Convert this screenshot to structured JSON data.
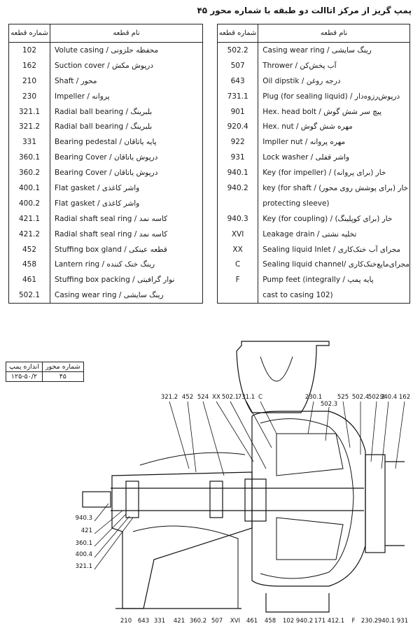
{
  "title": "پمپ گریز از مرکز اتاالت دو طبقه با شماره محور ۴۵",
  "table_headers": {
    "part_number": "شماره قطعه",
    "part_name": "نام قطعه"
  },
  "right_table": [
    {
      "num": "502.2",
      "name": "Casing wear ring / رینگ سایشی"
    },
    {
      "num": "507",
      "name": "Thrower / آب پخش‌کن"
    },
    {
      "num": "643",
      "name": "Oil dipstik / درجه روغن"
    },
    {
      "num": "731.1",
      "name": "Plug (for sealing liquid) / درپوش‌رزوه‌دار"
    },
    {
      "num": "901",
      "name": "Hex. head bolt / پیچ سر شش گوش"
    },
    {
      "num": "920.4",
      "name": "Hex. nut / مهره شش گوش"
    },
    {
      "num": "922",
      "name": "Impller nut / مهره پروانه"
    },
    {
      "num": "931",
      "name": "Lock washer / واشر قفلی"
    },
    {
      "num": "940.1",
      "name": "Key (for impeller) / خار (برای پروانه)"
    },
    {
      "num": "940.2",
      "name": "key (for shaft / خار (برای پوشش روی محور)"
    },
    {
      "num": "",
      "name": "protecting sleeve)"
    },
    {
      "num": "940.3",
      "name": "Key (for coupling) / خار (برای کوپلینگ)"
    },
    {
      "num": "XVI",
      "name": "Leakage drain / تخلیه نشتی"
    },
    {
      "num": "XX",
      "name": "Sealing liquid Inlet / مجرای آب خنک‌کاری"
    },
    {
      "num": "C",
      "name": "Sealing liquid channel/ مجرای‌مایع‌خنک‌کاری"
    },
    {
      "num": "F",
      "name": "Pump feet (integrally / پایه پمپ"
    },
    {
      "num": "",
      "name": "cast to casing 102)"
    }
  ],
  "left_table": [
    {
      "num": "102",
      "name": "Volute casing / محفظه حلزونی"
    },
    {
      "num": "162",
      "name": "Suction cover / درپوش مکش"
    },
    {
      "num": "210",
      "name": "Shaft / محور"
    },
    {
      "num": "230",
      "name": "Impeller / پروانه"
    },
    {
      "num": "321.1",
      "name": "Radial ball bearing / بلبرینگ"
    },
    {
      "num": "321.2",
      "name": "Radial ball bearing / بلبرینگ"
    },
    {
      "num": "331",
      "name": "Bearing pedestal / پایه یاتاقان"
    },
    {
      "num": "360.1",
      "name": "Bearing Cover / درپوش یاتاقان"
    },
    {
      "num": "360.2",
      "name": "Bearing Cover / درپوش یاتاقان"
    },
    {
      "num": "400.1",
      "name": "Flat gasket / واشر کاغذی"
    },
    {
      "num": "400.2",
      "name": "Flat gasket / واشر کاغذی"
    },
    {
      "num": "421.1",
      "name": "Radial shaft seal ring / کاسه نمد"
    },
    {
      "num": "421.2",
      "name": "Radial shaft seal ring / کاسه نمد"
    },
    {
      "num": "452",
      "name": "Stuffing box gland / قطعه عینکی"
    },
    {
      "num": "458",
      "name": "Lantern ring / رینگ خنک کننده"
    },
    {
      "num": "461",
      "name": "Stuffing box packing / نوار گرافیتی"
    },
    {
      "num": "502.1",
      "name": "Casing wear ring / رینگ سایشی"
    }
  ],
  "size_box": {
    "h_shaft": "شماره محور",
    "h_size": "اندازه پمپ",
    "v_shaft": "۴۵",
    "v_size": "۱۲۵-۵۰/۲"
  },
  "drawing_labels": {
    "top": [
      "321.2",
      "452",
      "524",
      "XX",
      "502.1",
      "731.1",
      "C",
      "230.1",
      "502.3",
      "525",
      "502.4",
      "502.2",
      "940.4",
      "162"
    ],
    "left": [
      "940.3",
      "421",
      "360.1",
      "400.4",
      "321.1"
    ],
    "bottom": [
      "210",
      "643",
      "331",
      "421",
      "360.2",
      "507",
      "XVI",
      "461",
      "458",
      "102",
      "940.2",
      "171",
      "412.1",
      "F",
      "230.2",
      "940.1",
      "931"
    ]
  }
}
